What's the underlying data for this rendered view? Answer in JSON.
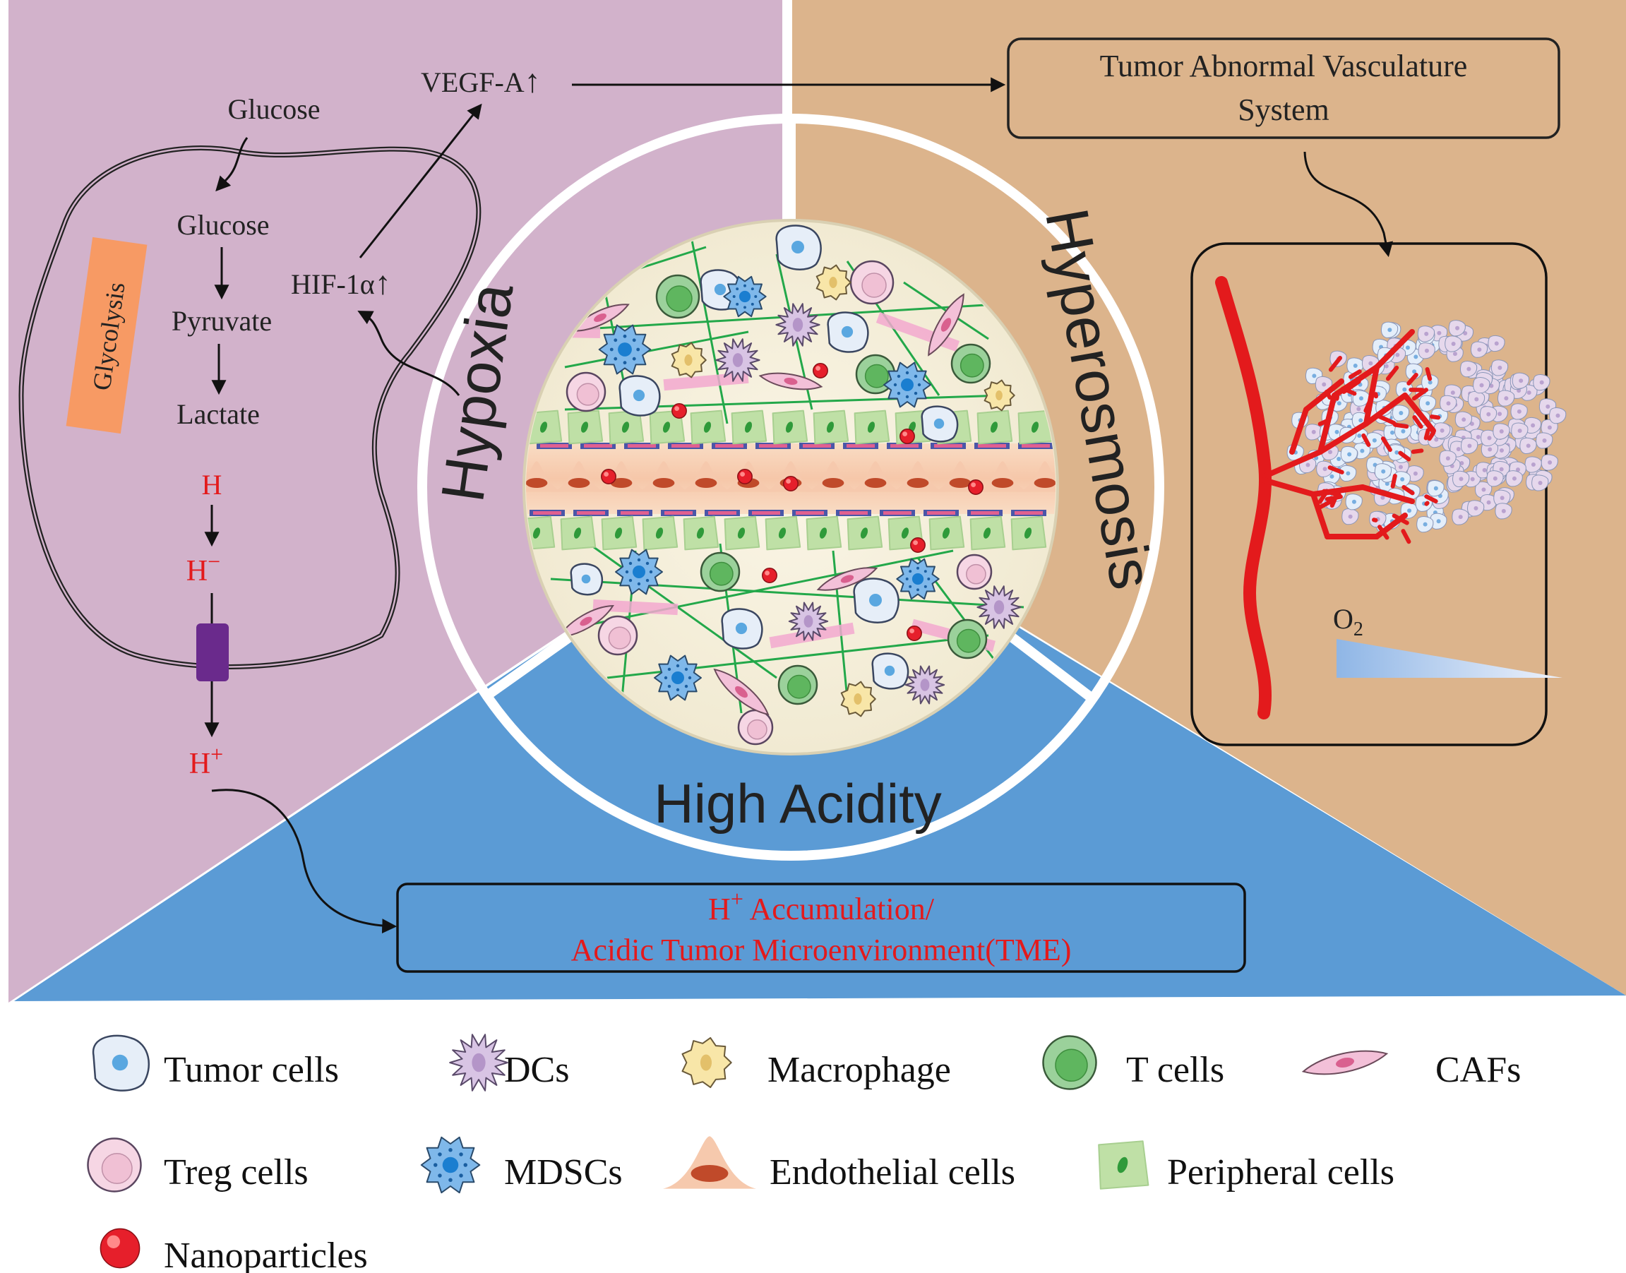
{
  "colors": {
    "hypoxia_bg": "#d2b2cb",
    "hyperosmosis_bg": "#dcb48c",
    "acidity_bg": "#5b9bd5",
    "vessel": "#e31a1c",
    "acid_text": "#e31a1c",
    "glycolysis_bar": "#f79a64",
    "transporter": "#6a2a8c"
  },
  "sectors": {
    "hypoxia": "Hypoxia",
    "hyperosmosis": "Hyperosmosis",
    "acidity": "High Acidity"
  },
  "pathway": {
    "glucose_out": "Glucose",
    "glucose_in": "Glucose",
    "pyruvate": "Pyruvate",
    "lactate": "Lactate",
    "glycolysis": "Glycolysis",
    "hif": "HIF-1α",
    "vegf": "VEGF-A",
    "h": "H",
    "h_minus": "H",
    "h_minus_sup": "−",
    "h_plus": "H",
    "h_plus_sup": "+",
    "up_arrow": "↑"
  },
  "vasculature": {
    "line1": "Tumor Abnormal Vasculature",
    "line2": "System",
    "o2": "O",
    "o2_sub": "2"
  },
  "acid_box": {
    "h": "H",
    "sup": "+",
    "line1_rest": " Accumulation/",
    "line2": "Acidic Tumor Microenvironment(TME)"
  },
  "legend": [
    {
      "icon": "tumor-cell-icon",
      "label": "Tumor cells"
    },
    {
      "icon": "dc-icon",
      "label": "DCs"
    },
    {
      "icon": "macrophage-icon",
      "label": "Macrophage"
    },
    {
      "icon": "t-cell-icon",
      "label": "T cells"
    },
    {
      "icon": "caf-icon",
      "label": "CAFs"
    },
    {
      "icon": "treg-cell-icon",
      "label": "Treg cells"
    },
    {
      "icon": "mdsc-icon",
      "label": "MDSCs"
    },
    {
      "icon": "endothelial-cell-icon",
      "label": "Endothelial cells"
    },
    {
      "icon": "peripheral-cell-icon",
      "label": "Peripheral cells"
    },
    {
      "icon": "nanoparticle-icon",
      "label": "Nanoparticles"
    }
  ]
}
